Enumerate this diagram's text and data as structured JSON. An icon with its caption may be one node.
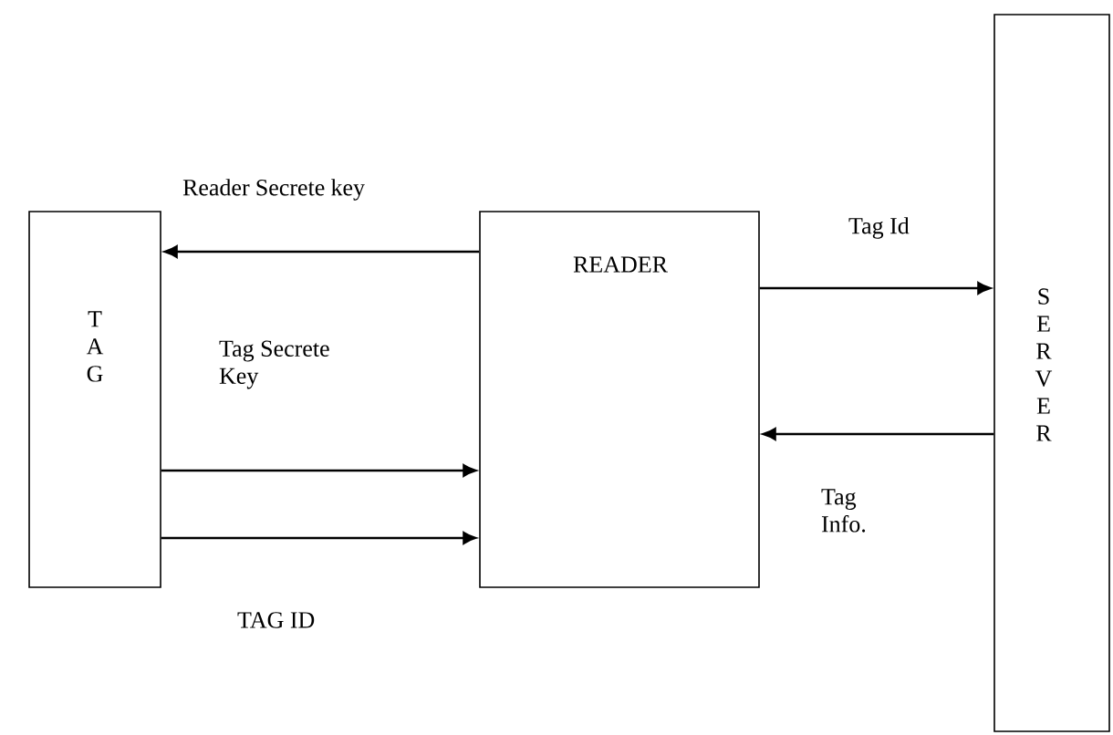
{
  "diagram": {
    "nodes": [
      {
        "text": [
          "T A G"
        ]
      },
      {
        "text": [
          "READER"
        ]
      },
      {
        "text": [
          "S E R V E R"
        ]
      }
    ],
    "edges": [
      {
        "from": 1,
        "to": 0,
        "arrow": "to",
        "label": "Reader Secrete key"
      },
      {
        "from": 0,
        "to": 1,
        "arrow": "to",
        "label": "Tag Secrete Key"
      },
      {
        "from": 0,
        "to": 1,
        "arrow": "to",
        "label": "TAG ID"
      },
      {
        "from": 1,
        "to": 2,
        "arrow": "to",
        "label": "Tag Id"
      },
      {
        "from": 2,
        "to": 1,
        "arrow": "to",
        "label": "Tag Info."
      }
    ]
  }
}
